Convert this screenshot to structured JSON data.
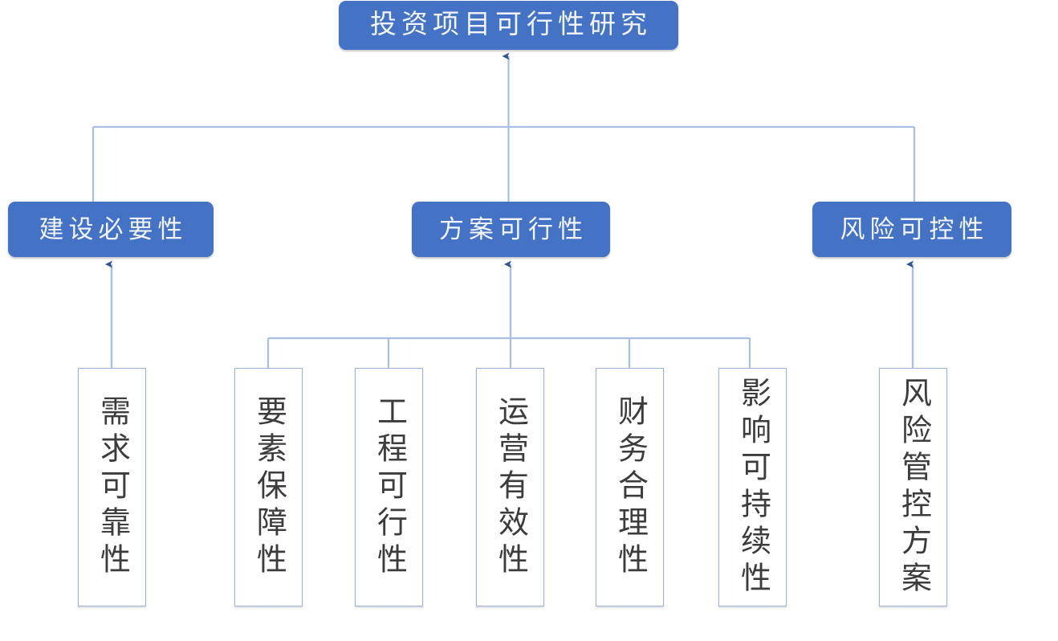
{
  "diagram": {
    "type": "tree-hierarchy",
    "title": "投资项目可行性研究",
    "colors": {
      "node_fill": "#4472C4",
      "node_text": "#F2F5FB",
      "leaf_fill": "#FFFFFF",
      "leaf_border": "#9DB2DB",
      "leaf_text": "#3C3C3C",
      "connector": "#A8BEE3",
      "arrow": "#2F5597"
    },
    "root": {
      "id": "root",
      "label": "投资项目可行性研究"
    },
    "level2": [
      {
        "id": "necessity",
        "label": "建设必要性"
      },
      {
        "id": "feasibility",
        "label": "方案可行性"
      },
      {
        "id": "risk",
        "label": "风险可控性"
      }
    ],
    "leaves": [
      {
        "id": "demand-reliability",
        "label": "需求可靠性",
        "parent": "necessity"
      },
      {
        "id": "factor-guarantee",
        "label": "要素保障性",
        "parent": "feasibility"
      },
      {
        "id": "engineering-feasibility",
        "label": "工程可行性",
        "parent": "feasibility"
      },
      {
        "id": "operation-effectiveness",
        "label": "运营有效性",
        "parent": "feasibility"
      },
      {
        "id": "financial-rationality",
        "label": "财务合理性",
        "parent": "feasibility"
      },
      {
        "id": "impact-sustainability",
        "label": "影响可持续性",
        "parent": "feasibility"
      },
      {
        "id": "risk-control-plan",
        "label": "风险管控方案",
        "parent": "risk"
      }
    ]
  }
}
